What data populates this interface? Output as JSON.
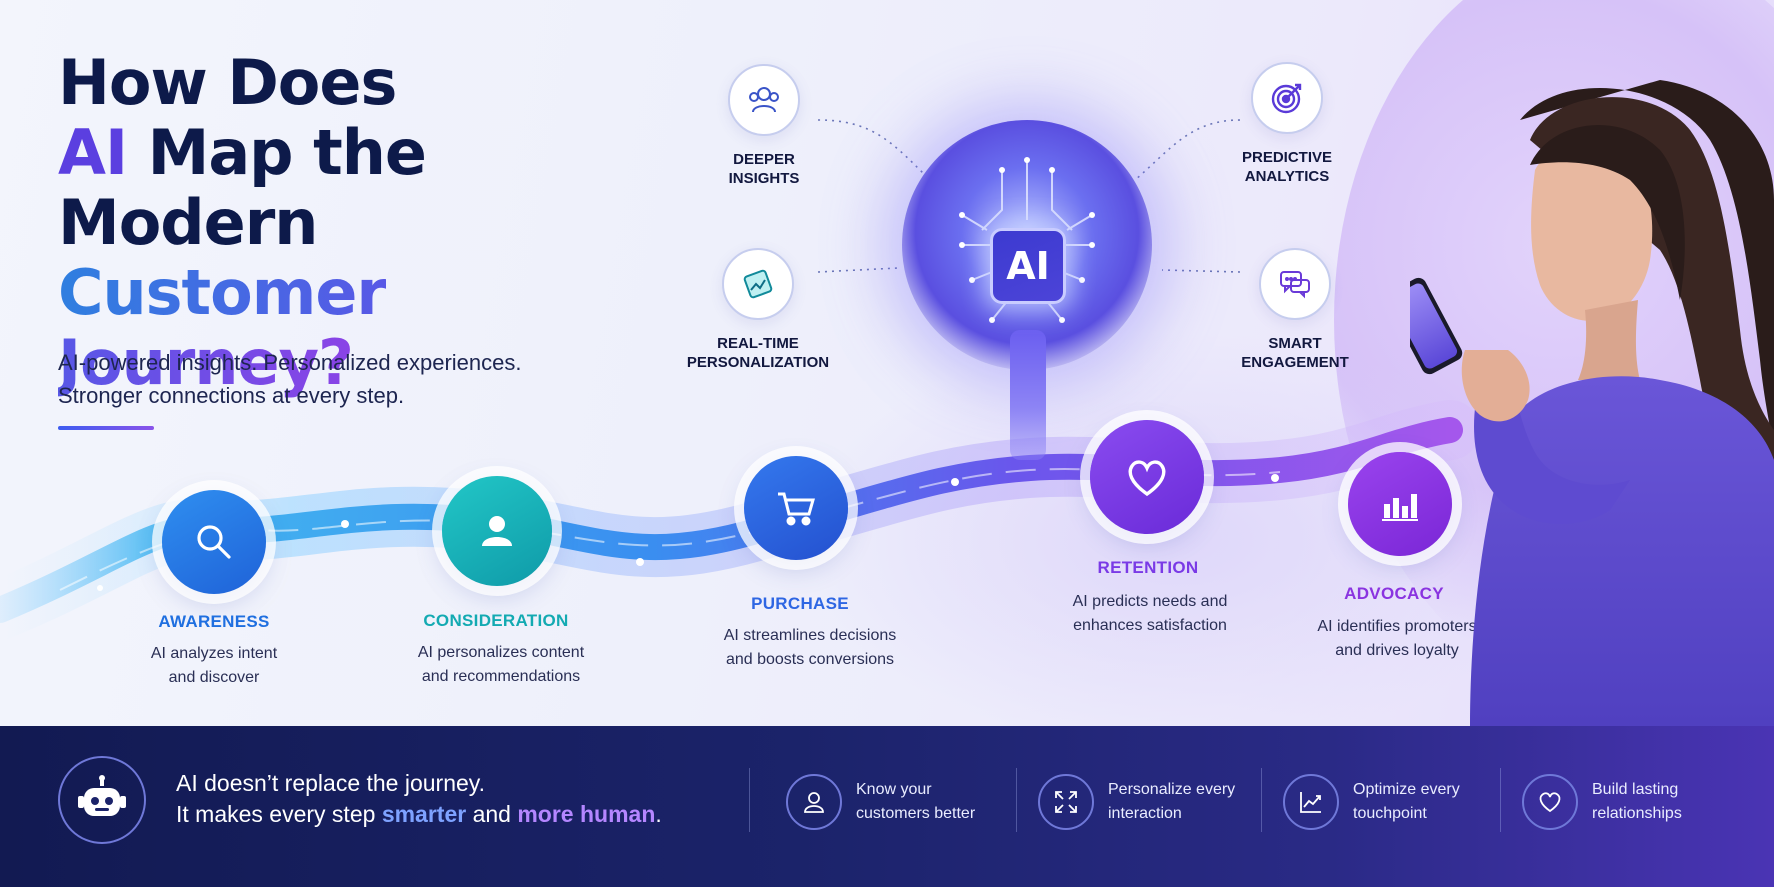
{
  "colors": {
    "navy": "#0d1a4a",
    "accent_purple": "#5b3fe0",
    "awareness_blue": "#1f6fe0",
    "consideration_teal": "#14b3b8",
    "purchase_blue": "#2e66e3",
    "retention_purple": "#7a3ae6",
    "advocacy_purple": "#8a34e0",
    "footer_navy": "#121a52"
  },
  "hero": {
    "title_line1": "How Does",
    "title_line2_accent": "AI",
    "title_line2_rest": " Map the",
    "title_line3": "Modern",
    "title_line4": "Customer Journey?",
    "subtitle_line1": "AI-powered insights. Personalized experiences.",
    "subtitle_line2": "Stronger connections at every step."
  },
  "brain": {
    "chip_label": "AI"
  },
  "features": [
    {
      "icon": "users-icon",
      "line1": "DEEPER",
      "line2": "INSIGHTS"
    },
    {
      "icon": "target-icon",
      "line1": "PREDICTIVE",
      "line2": "ANALYTICS"
    },
    {
      "icon": "personalization-icon",
      "line1": "REAL-TIME",
      "line2": "PERSONALIZATION"
    },
    {
      "icon": "chat-icon",
      "line1": "SMART",
      "line2": "ENGAGEMENT"
    }
  ],
  "steps": [
    {
      "icon": "search-icon",
      "title": "AWARENESS",
      "desc1": "AI analyzes intent",
      "desc2": "and discover"
    },
    {
      "icon": "person-icon",
      "title": "CONSIDERATION",
      "desc1": "AI personalizes content",
      "desc2": "and recommendations"
    },
    {
      "icon": "cart-icon",
      "title": "PURCHASE",
      "desc1": "AI streamlines decisions",
      "desc2": "and boosts conversions"
    },
    {
      "icon": "heart-icon",
      "title": "RETENTION",
      "desc1": "AI predicts needs and",
      "desc2": "enhances satisfaction"
    },
    {
      "icon": "bar-chart-icon",
      "title": "ADVOCACY",
      "desc1": "AI identifies promoters",
      "desc2": "and drives loyalty"
    }
  ],
  "footer": {
    "message_line1": "AI doesn’t replace the journey.",
    "message_line2_pre": "It makes every step ",
    "message_highlight1": "smarter",
    "message_mid": " and ",
    "message_highlight2": "more human",
    "message_end": ".",
    "benefits": [
      {
        "icon": "person-outline-icon",
        "line1": "Know your",
        "line2": "customers better"
      },
      {
        "icon": "expand-arrows-icon",
        "line1": "Personalize every",
        "line2": "interaction"
      },
      {
        "icon": "trend-line-icon",
        "line1": "Optimize every",
        "line2": "touchpoint"
      },
      {
        "icon": "heart-outline-icon",
        "line1": "Build lasting",
        "line2": "relationships"
      }
    ]
  }
}
